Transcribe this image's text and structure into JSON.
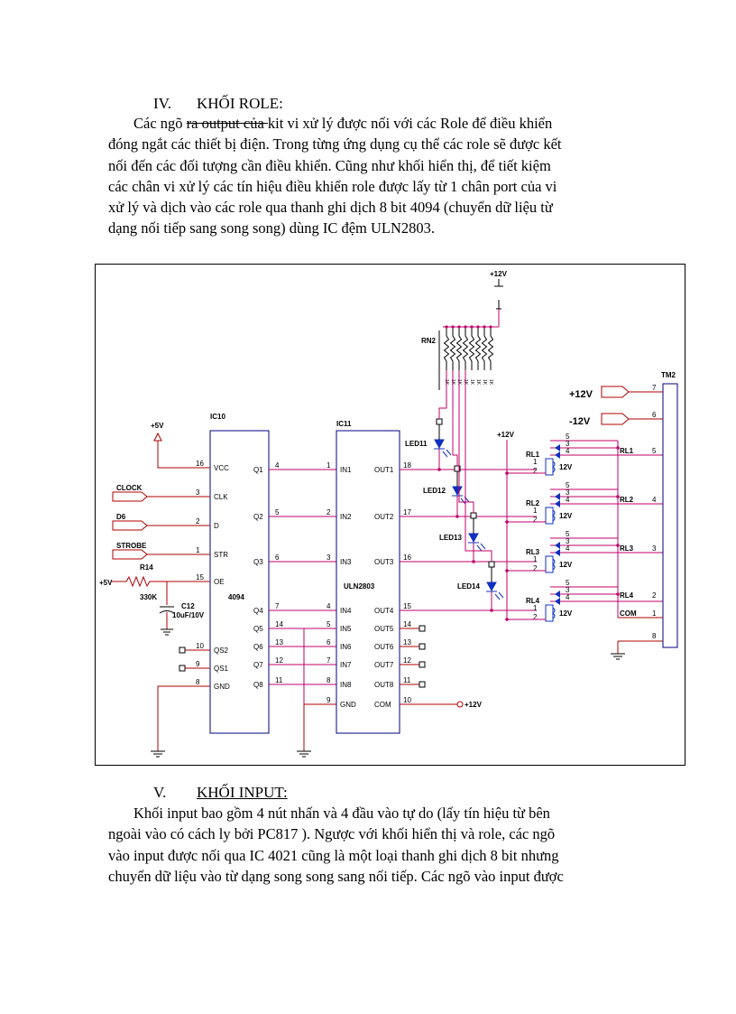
{
  "section4": {
    "number": "IV.",
    "title": "KHỐI ROLE:",
    "lines": [
      {
        "a": "Các ngõ ",
        "s": "ra output của ",
        "b": "kit vi xử lý  được nối với các Role để điều khiển"
      },
      {
        "a": "đóng ngắt các thiết  bị điện.  Trong từng ứng dụng cụ thể các role  sẽ được kết"
      },
      {
        "a": "nối đến các đối tượng cần điều khiển.  Cũng như khối hiển thị, để tiết kiệm"
      },
      {
        "a": "các chân vi xử lý các tín hiệu điều khiển role  được lấy từ 1 chân port của vi"
      },
      {
        "a": "xử lý và dịch vào các role  qua thanh ghi dịch 8 bit 4094  (chuyển dữ liệu  từ"
      },
      {
        "a": "dạng nối tiếp sang song song) dùng IC đệm ULN2803."
      }
    ]
  },
  "section5": {
    "number": "V.",
    "title": "KHỐI INPUT:",
    "lines": [
      "Khối input  bao gồm 4 nút nhấn và 4 đầu vào tự do (lấy tín hiệu từ bên",
      "ngoài vào có cách ly bởi PC817 ). Ngược với khối hiển thị và role,  các ngõ",
      "vào input được nối qua IC 4021  cũng là một loại thanh ghi dịch 8 bit nhưng",
      "chuyển dữ liệu  vào từ dạng song song sang nối tiếp.  Các ngõ vào input được"
    ]
  },
  "schematic": {
    "power_top": "+12V",
    "rn": "RN2",
    "rn_values": [
      "1K",
      "1K",
      "1K",
      "1K",
      "1K",
      "1K",
      "1K",
      "1K"
    ],
    "ic10": {
      "name": "IC10",
      "part": "4094",
      "supply": "+5V",
      "left_pins": [
        {
          "label": "VCC",
          "num": "16"
        },
        {
          "label": "CLK",
          "num": "3"
        },
        {
          "label": "D",
          "num": "2"
        },
        {
          "label": "STR",
          "num": "1"
        },
        {
          "label": "OE",
          "num": "15"
        },
        {
          "label": "QS2",
          "num": "10"
        },
        {
          "label": "QS1",
          "num": "9"
        },
        {
          "label": "GND",
          "num": "8"
        }
      ],
      "right_pins": [
        {
          "label": "Q1",
          "num": "4"
        },
        {
          "label": "Q2",
          "num": "5"
        },
        {
          "label": "Q3",
          "num": "6"
        },
        {
          "label": "Q4",
          "num": "7"
        },
        {
          "label": "Q5",
          "num": "14"
        },
        {
          "label": "Q6",
          "num": "13"
        },
        {
          "label": "Q7",
          "num": "12"
        },
        {
          "label": "Q8",
          "num": "11"
        }
      ]
    },
    "ic11": {
      "name": "IC11",
      "part": "ULN2803",
      "com_supply": "+12V",
      "in_pins": [
        {
          "label": "IN1",
          "num": "1"
        },
        {
          "label": "IN2",
          "num": "2"
        },
        {
          "label": "IN3",
          "num": "3"
        },
        {
          "label": "IN4",
          "num": "4"
        },
        {
          "label": "IN5",
          "num": "5"
        },
        {
          "label": "IN6",
          "num": "6"
        },
        {
          "label": "IN7",
          "num": "7"
        },
        {
          "label": "IN8",
          "num": "8"
        },
        {
          "label": "GND",
          "num": "9"
        }
      ],
      "out_pins": [
        {
          "label": "OUT1",
          "num": "18"
        },
        {
          "label": "OUT2",
          "num": "17"
        },
        {
          "label": "OUT3",
          "num": "16"
        },
        {
          "label": "OUT4",
          "num": "15"
        },
        {
          "label": "OUT5",
          "num": "14"
        },
        {
          "label": "OUT6",
          "num": "13"
        },
        {
          "label": "OUT7",
          "num": "12"
        },
        {
          "label": "OUT8",
          "num": "11"
        },
        {
          "label": "COM",
          "num": "10"
        }
      ]
    },
    "inputs": [
      "CLOCK",
      "D6",
      "STROBE"
    ],
    "r14": "R14",
    "r14_value": "330K",
    "c12": "C12",
    "c12_value": "10uF/10V",
    "oe_supply": "+5V",
    "leds": [
      "LED11",
      "LED12",
      "LED13",
      "LED14"
    ],
    "relay_supply": "+12V",
    "relays": [
      {
        "name": "RL1",
        "coil": "12V",
        "pins": [
          "5",
          "3",
          "4",
          "1",
          "2"
        ]
      },
      {
        "name": "RL2",
        "coil": "12V",
        "pins": [
          "5",
          "3",
          "4",
          "1",
          "2"
        ]
      },
      {
        "name": "RL3",
        "coil": "12V",
        "pins": [
          "5",
          "3",
          "4",
          "1",
          "2"
        ]
      },
      {
        "name": "RL4",
        "coil": "12V",
        "pins": [
          "5",
          "3",
          "4",
          "1",
          "2"
        ]
      }
    ],
    "connector": {
      "name": "TM2",
      "plus12": "+12V",
      "minus12": "-12V",
      "pins": [
        {
          "label": "RL1",
          "num": "5"
        },
        {
          "label": "RL2",
          "num": "4"
        },
        {
          "label": "RL3",
          "num": "3"
        },
        {
          "label": "RL4",
          "num": "2"
        },
        {
          "label": "COM",
          "num": "1"
        }
      ],
      "top_pins": [
        "7",
        "6"
      ],
      "gnd_pin": "8"
    }
  }
}
